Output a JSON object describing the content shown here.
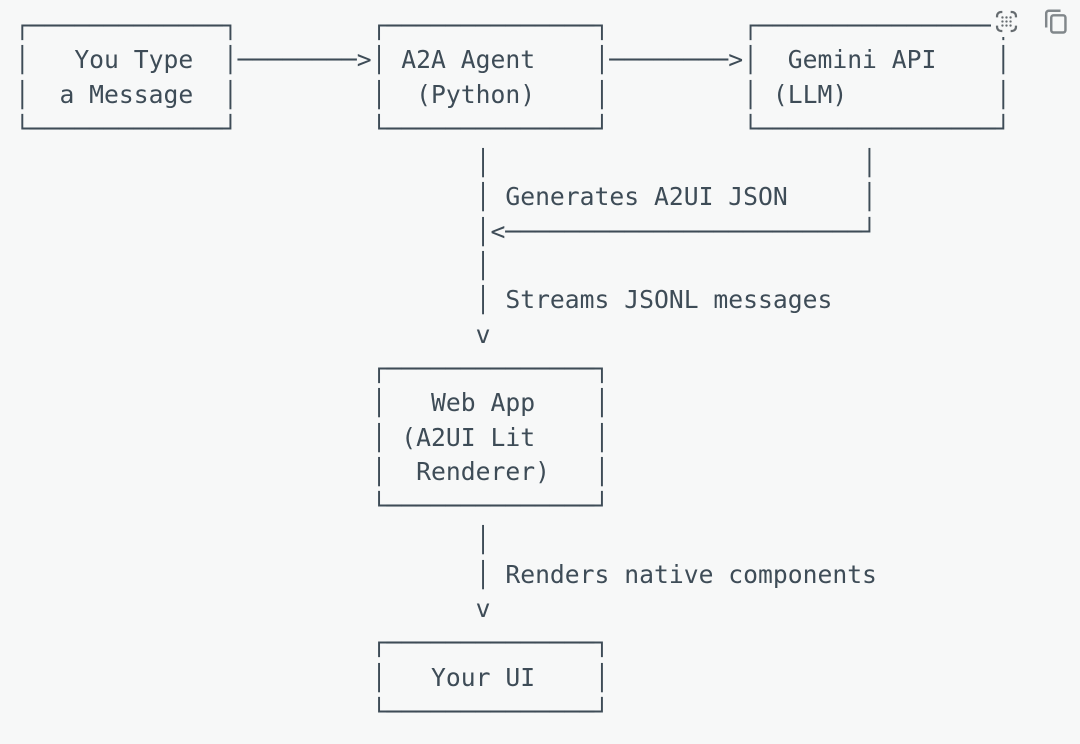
{
  "colors": {
    "background": "#f7f8f8",
    "diagram_text": "#3e4c57",
    "icon_select": "#666c70",
    "icon_copy": "#81878b"
  },
  "diagram": {
    "lines": [
      " ┌─────────────┐         ┌──────────────┐         ┌────────────────┐",
      " │   You Type  │────────>│ A2A Agent    │────────>│  Gemini API    │",
      " │  a Message  │         │  (Python)    │         │ (LLM)          │",
      " └─────────────┘         └──────────────┘         └────────────────┘",
      "                                │                         │",
      "                                │ Generates A2UI JSON     │",
      "                                │<────────────────────────┘",
      "                                │",
      "                                │ Streams JSONL messages",
      "                                v",
      "                         ┌──────────────┐",
      "                         │   Web App    │",
      "                         │ (A2UI Lit    │",
      "                         │  Renderer)   │",
      "                         └──────────────┘",
      "                                │",
      "                                │ Renders native components",
      "                                v",
      "                         ┌──────────────┐",
      "                         │   Your UI    │",
      "                         └──────────────┘"
    ],
    "nodes": [
      {
        "label": "You Type a Message"
      },
      {
        "label": "A2A Agent (Python)"
      },
      {
        "label": "Gemini API (LLM)"
      },
      {
        "label": "Web App (A2UI Lit Renderer)"
      },
      {
        "label": "Your UI"
      }
    ],
    "edges": [
      {
        "from": "You Type a Message",
        "to": "A2A Agent (Python)",
        "label": ""
      },
      {
        "from": "A2A Agent (Python)",
        "to": "Gemini API (LLM)",
        "label": ""
      },
      {
        "from": "Gemini API (LLM)",
        "to": "A2A Agent (Python)",
        "label": "Generates A2UI JSON"
      },
      {
        "from": "A2A Agent (Python)",
        "to": "Web App (A2UI Lit Renderer)",
        "label": "Streams JSONL messages"
      },
      {
        "from": "Web App (A2UI Lit Renderer)",
        "to": "Your UI",
        "label": "Renders native components"
      }
    ]
  },
  "toolbar": {
    "buttons": [
      {
        "name": "select-region",
        "icon": "select-region-icon"
      },
      {
        "name": "copy",
        "icon": "copy-icon"
      }
    ]
  }
}
